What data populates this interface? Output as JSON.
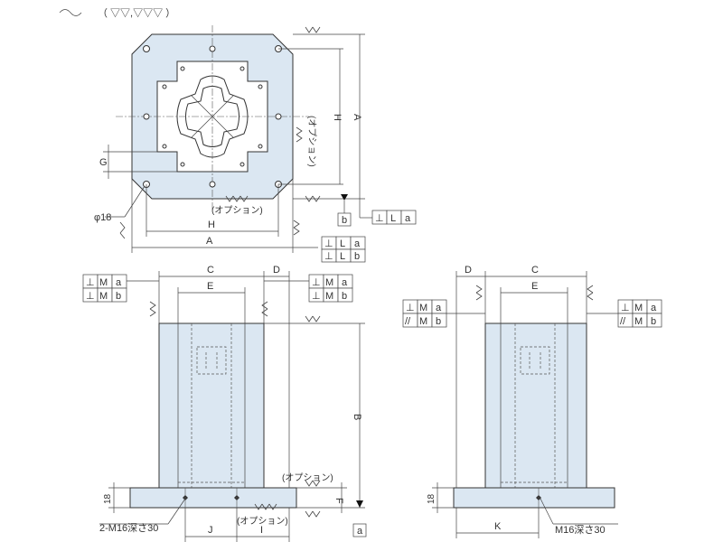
{
  "colors": {
    "part_fill": "#dbe7f2",
    "line": "#333333",
    "marker": "#111111"
  },
  "surface_texture": {
    "symbol": "∿",
    "text": "（ ▽▽,▽▽▽ ）"
  },
  "top_view": {
    "dim_A_right": "A",
    "dim_H_right": "H",
    "dim_H_bottom": "H",
    "dim_A_bottom": "A",
    "dim_G": "G",
    "hole_diameter": "φ18",
    "option_right": "(オプション)",
    "option_bottom": "(オプション)",
    "datum_b": "b",
    "tolerance_right": [
      "⊥",
      "L",
      "a"
    ],
    "tolerance_bottom": [
      [
        "⊥",
        "L",
        "a"
      ],
      [
        "⊥",
        "L",
        "b"
      ]
    ]
  },
  "front_view": {
    "dim_C": "C",
    "dim_D": "D",
    "dim_E": "E",
    "dim_B": "B",
    "dim_F": "F",
    "dim_18": "18",
    "dim_J": "J",
    "dim_I": "I",
    "thread_callout": "2-M16深さ30",
    "option_upper": "(オプション)",
    "option_lower": "(オプション)",
    "datum_a": "a",
    "tolerance_left": [
      [
        "⊥",
        "M",
        "a"
      ],
      [
        "⊥",
        "M",
        "b"
      ]
    ],
    "tolerance_right": [
      [
        "⊥",
        "M",
        "a"
      ],
      [
        "⊥",
        "M",
        "b"
      ]
    ]
  },
  "side_view": {
    "dim_D": "D",
    "dim_C": "C",
    "dim_E": "E",
    "dim_18": "18",
    "dim_K": "K",
    "thread_callout": "M16深さ30",
    "tolerance_left": [
      [
        "⊥",
        "M",
        "a"
      ],
      [
        "//",
        "M",
        "b"
      ]
    ],
    "tolerance_right": [
      [
        "⊥",
        "M",
        "a"
      ],
      [
        "//",
        "M",
        "b"
      ]
    ]
  }
}
